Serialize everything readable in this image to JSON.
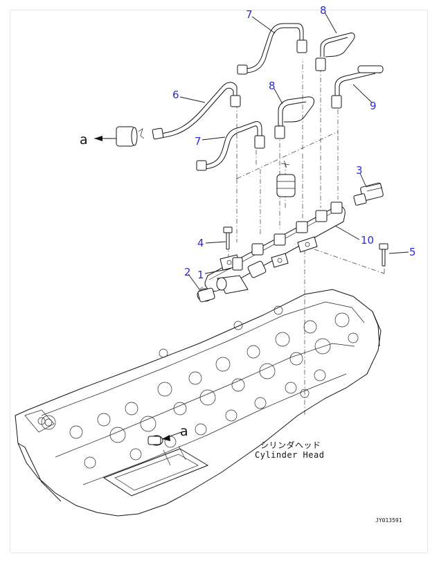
{
  "callouts": {
    "c1": "1",
    "c2": "2",
    "c3": "3",
    "c4": "4",
    "c5": "5",
    "c6": "6",
    "c7a": "7",
    "c7b": "7",
    "c8a": "8",
    "c8b": "8",
    "c9": "9",
    "c10": "10"
  },
  "view_markers": {
    "upper": "a",
    "lower": "a"
  },
  "cylinder_head": {
    "label_jp": "シリンダヘッド",
    "label_en": "Cylinder Head"
  },
  "drawing_code": "JY013591"
}
